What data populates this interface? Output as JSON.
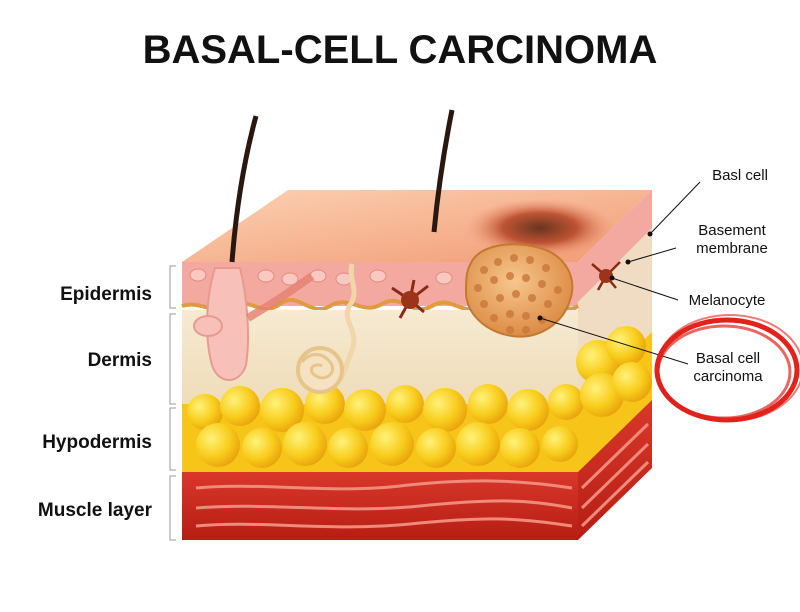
{
  "title": "BASAL-CELL CARCINOMA",
  "layers": {
    "epidermis": "Epidermis",
    "dermis": "Dermis",
    "hypodermis": "Hypodermis",
    "muscle": "Muscle layer"
  },
  "callouts": {
    "basal_cell": "Basl cell",
    "basement_membrane_1": "Basement",
    "basement_membrane_2": "membrane",
    "melanocyte": "Melanocyte",
    "bcc_1": "Basal cell",
    "bcc_2": "carcinoma"
  },
  "colors": {
    "skin_top": "#f6b38f",
    "epidermis": "#f4a9a0",
    "dermis": "#f3e4c8",
    "fat": "#f7c51a",
    "muscle": "#c7281d",
    "tumor": "#e9a25a",
    "highlight": "#e0231b"
  }
}
